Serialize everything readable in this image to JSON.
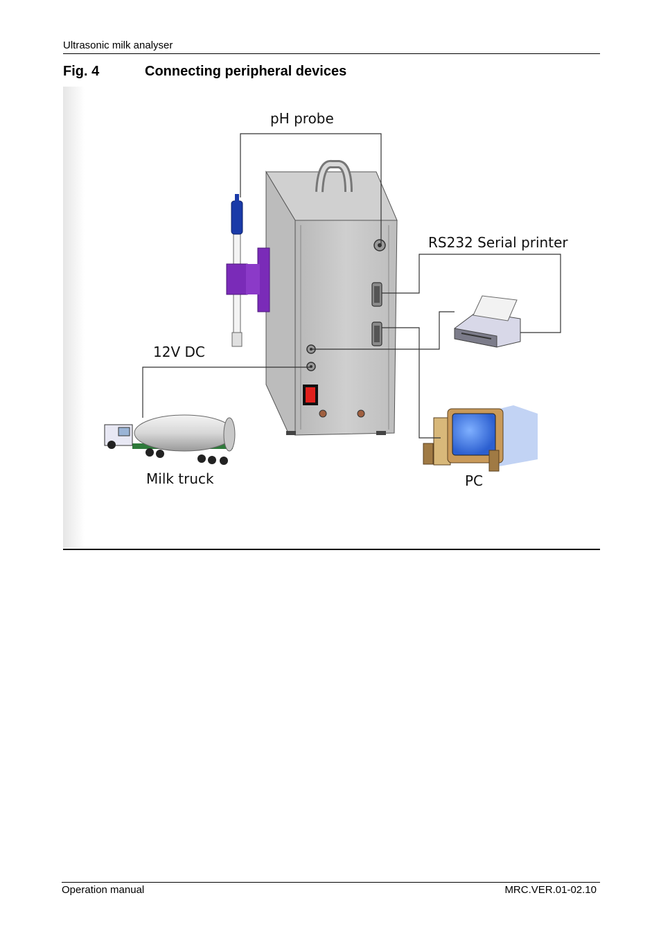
{
  "header": {
    "title": "Ultrasonic milk analyser"
  },
  "figure": {
    "number": "Fig. 4",
    "title": "Connecting peripheral devices",
    "labels": {
      "ph_probe": "pH probe",
      "serial_printer": "RS232 Serial printer",
      "dc_power": "12V DC",
      "milk_truck": "Milk truck",
      "pc": "PC"
    }
  },
  "footer": {
    "left": "Operation manual",
    "right": "MRC.VER.01-02.10"
  }
}
